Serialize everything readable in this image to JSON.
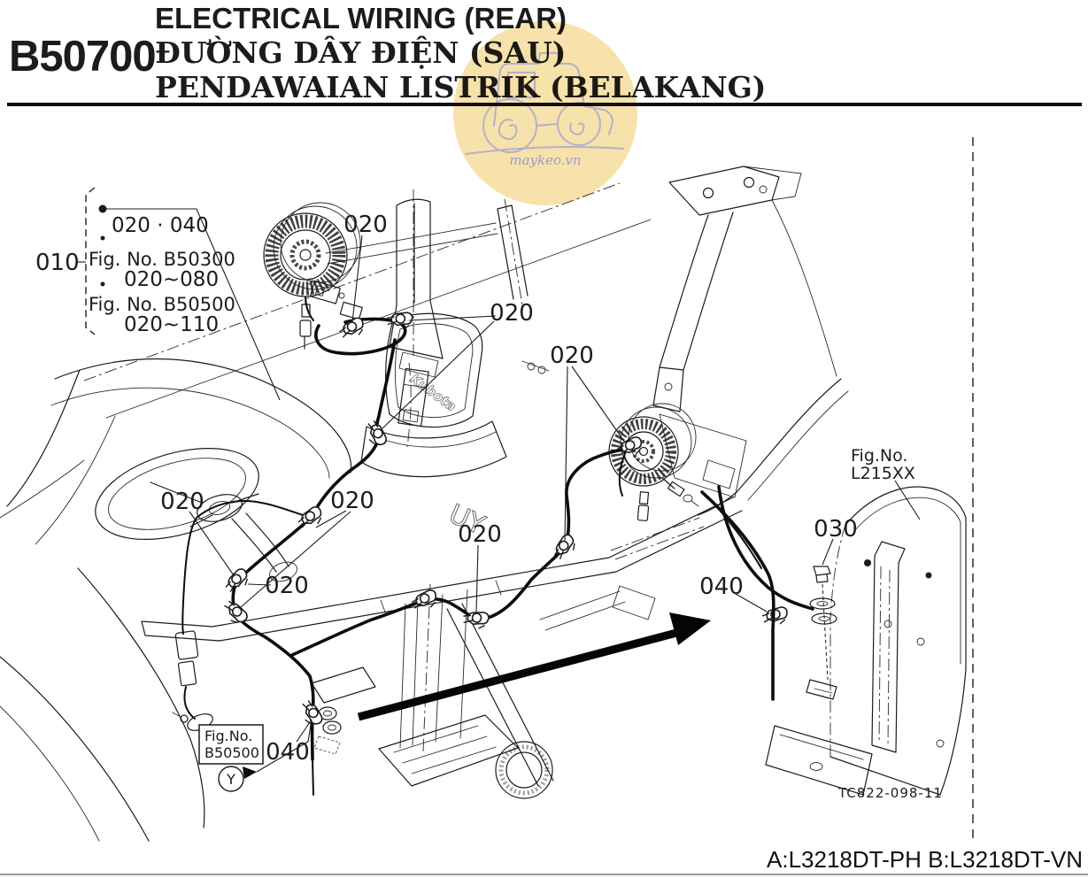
{
  "header": {
    "fig_code": "B50700",
    "title_en": "ELECTRICAL WIRING (REAR)",
    "title_vi": "ĐƯỜNG DÂY ĐIỆN (SAU)",
    "title_id": "PENDAWAIAN LISTRIK (BELAKANG)"
  },
  "ref_group_010": {
    "label": "010",
    "row1": "020 · 040",
    "fig1": "Fig. No. B50300",
    "range1": "020~080",
    "fig2": "Fig. No. B50500",
    "range2": "020~110"
  },
  "callouts": [
    {
      "id": "020-harness-top",
      "text": "020"
    },
    {
      "id": "020-seat-right",
      "text": "020"
    },
    {
      "id": "020-rear-lamp",
      "text": "020"
    },
    {
      "id": "020-steering",
      "text": "020"
    },
    {
      "id": "020-mid-run",
      "text": "020"
    },
    {
      "id": "020-floor",
      "text": "020"
    },
    {
      "id": "020-lower-left",
      "text": "020"
    },
    {
      "id": "030-bolt",
      "text": "030"
    },
    {
      "id": "040-clamp-detail",
      "text": "040"
    },
    {
      "id": "040-bottom-clamp",
      "text": "040"
    },
    {
      "id": "010-group",
      "text": "010"
    }
  ],
  "figrefs": {
    "l215xx_line1": "Fig.No.",
    "l215xx_line2": "L215XX",
    "b50500_line1": "Fig.No.",
    "b50500_line2": "B50500",
    "connector_code": "Y"
  },
  "embossing": {
    "fender": "UY",
    "seat": "Kubota"
  },
  "footer": {
    "drawing_no": "TC822-098-11",
    "models": "A:L3218DT-PH B:L3218DT-VN"
  },
  "watermark": {
    "text": "maykeo.vn",
    "circle_color": "#f7dfa2",
    "art_color": "#9a9cca"
  },
  "colors": {
    "ink": "#1c1c1c",
    "page_edge": "#9a9a9a"
  }
}
